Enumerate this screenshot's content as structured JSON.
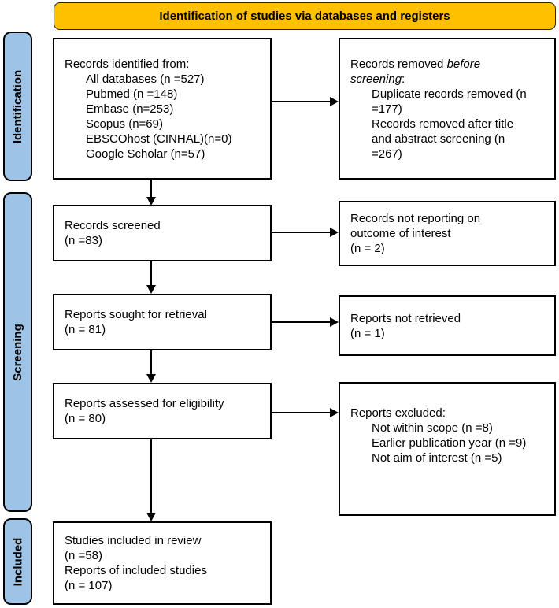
{
  "colors": {
    "banner_bg": "#FFC000",
    "stage_bg": "#9DC3E6",
    "line_color": "#000000"
  },
  "banner": {
    "title": "Identification of studies via databases and registers"
  },
  "stages": {
    "identification": "Identification",
    "screening": "Screening",
    "included": "Included"
  },
  "boxes": {
    "records_identified": {
      "title": "Records identified from:",
      "items": [
        "All databases (n =527)",
        "Pubmed (n =148)",
        "Embase (n=253)",
        "Scopus (n=69)",
        "EBSCOhost (CINHAL)(n=0)",
        "Google Scholar (n=57)"
      ]
    },
    "records_removed": {
      "title_prefix": "Records removed ",
      "title_italic": "before screening",
      "title_suffix": ":",
      "items": [
        "Duplicate records removed (n =177)",
        "Records removed after title and abstract screening (n =267)"
      ]
    },
    "records_screened": {
      "line1": "Records screened",
      "line2": "(n =83)"
    },
    "records_not_reporting": {
      "line1": "Records not reporting on outcome of interest",
      "line2": "(n = 2)"
    },
    "reports_sought": {
      "line1": "Reports sought for retrieval",
      "line2": "(n = 81)"
    },
    "reports_not_retrieved": {
      "line1": "Reports not retrieved",
      "line2": "(n = 1)"
    },
    "reports_assessed": {
      "line1": "Reports assessed for eligibility",
      "line2": "(n = 80)"
    },
    "reports_excluded": {
      "title": "Reports excluded:",
      "items": [
        "Not within scope (n =8)",
        "Earlier publication year (n =9)",
        "Not aim of interest (n =5)"
      ]
    },
    "studies_included": {
      "line1": "Studies included in review",
      "line2": "(n =58)",
      "line3": "Reports of included studies",
      "line4": "(n = 107)"
    }
  }
}
